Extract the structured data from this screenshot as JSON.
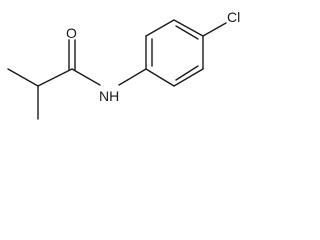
{
  "molecule": {
    "atoms": {
      "oxygen": "O",
      "amide_nitrogen": "NH",
      "chlorine": "Cl"
    }
  }
}
